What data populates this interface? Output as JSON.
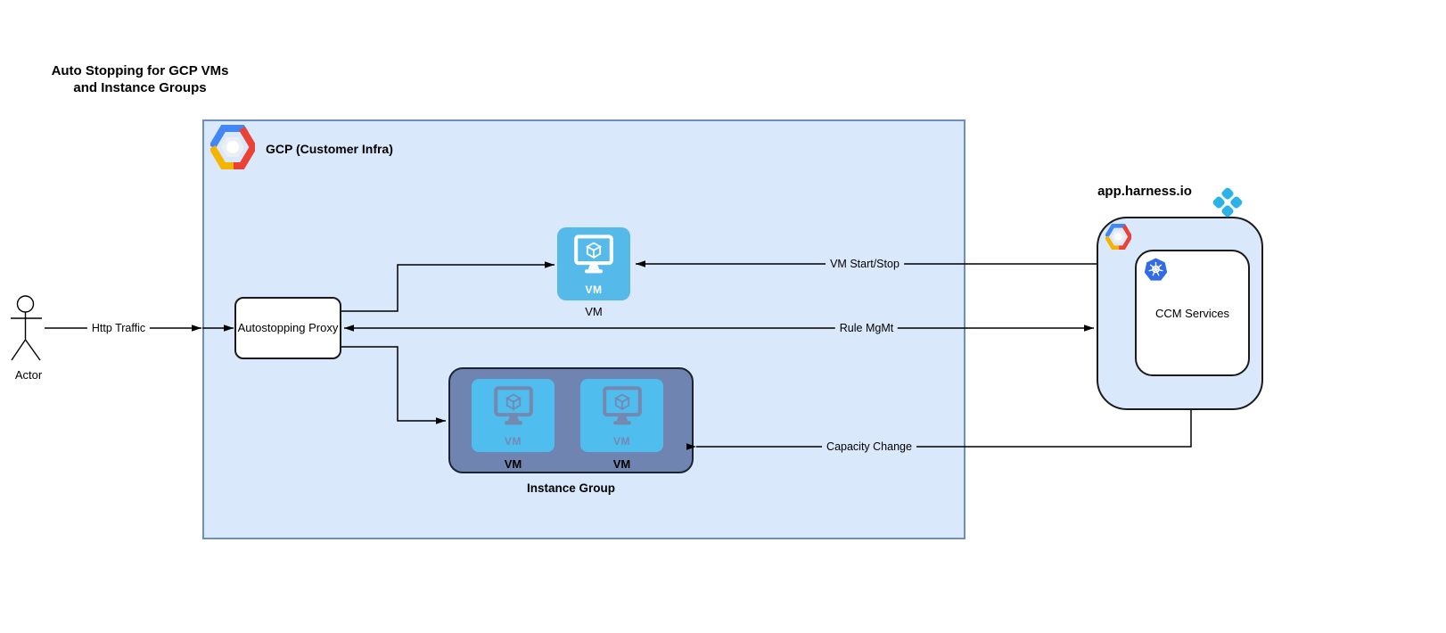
{
  "title": {
    "line1": "Auto Stopping for GCP VMs",
    "line2": "and Instance Groups"
  },
  "actor": {
    "label": "Actor"
  },
  "gcp": {
    "label": "GCP (Customer Infra)"
  },
  "proxy": {
    "label": "Autostopping Proxy"
  },
  "vm": {
    "badge": "VM",
    "caption": "VM"
  },
  "instance_group": {
    "caption": "Instance Group",
    "vms": [
      {
        "badge": "VM",
        "caption": "VM"
      },
      {
        "badge": "VM",
        "caption": "VM"
      }
    ]
  },
  "harness": {
    "label": "app.harness.io",
    "ccm_label": "CCM Services"
  },
  "edges": {
    "http_traffic": "Http Traffic",
    "vm_start_stop": "VM Start/Stop",
    "rule_mgmt": "Rule MgMt",
    "capacity_change": "Capacity Change"
  },
  "colors": {
    "container_fill": "#dae8fc",
    "gcp_border": "#6c8ebf",
    "vm_blue": "#55baea",
    "instance_group_fill": "#6f84b0",
    "harness_blue": "#2bb3e8",
    "kubernetes_blue": "#326ce5",
    "gcp_logo_blue": "#4285f4",
    "gcp_logo_red": "#ea4335",
    "gcp_logo_yellow": "#f4b400",
    "line_color": "#000000"
  }
}
